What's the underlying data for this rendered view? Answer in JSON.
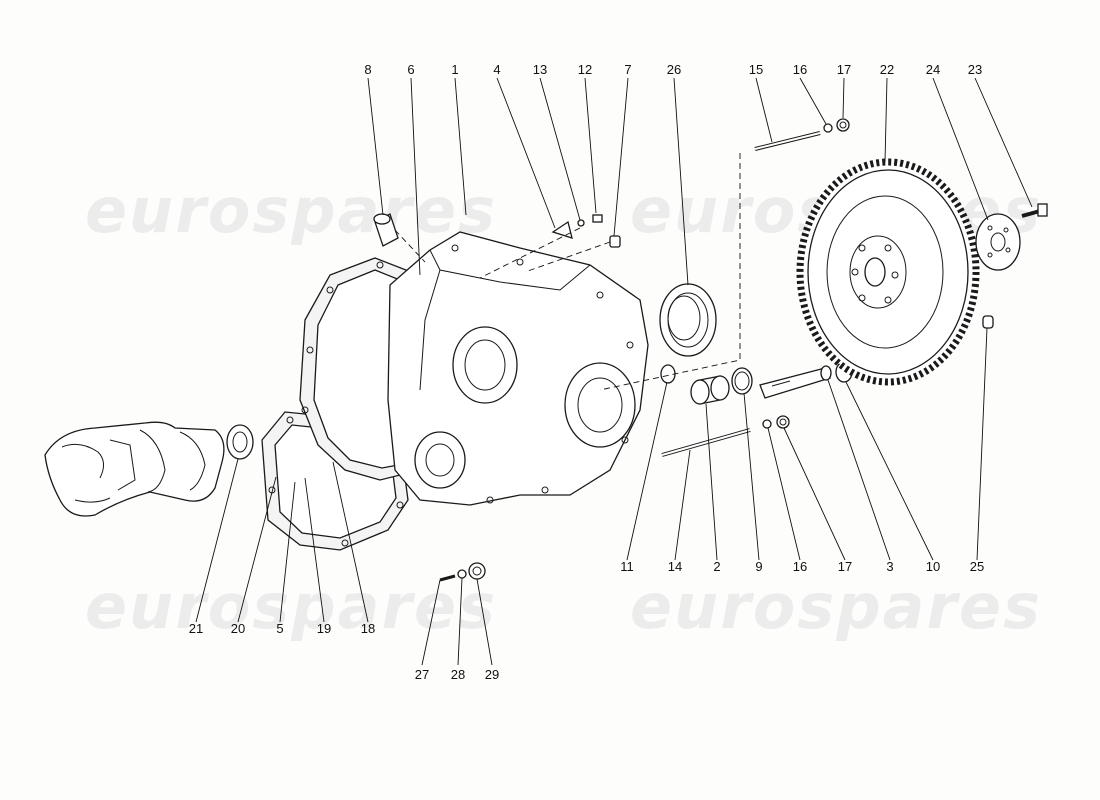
{
  "watermark": "eurospares",
  "callouts": {
    "top": [
      "8",
      "6",
      "1",
      "4",
      "13",
      "12",
      "7",
      "26",
      "15",
      "16",
      "17",
      "22",
      "24",
      "23"
    ],
    "right_middle": [
      "11",
      "14",
      "2",
      "9",
      "16",
      "17",
      "3",
      "10",
      "25"
    ],
    "bottom_left": [
      "21",
      "20",
      "5",
      "19",
      "18"
    ],
    "bottom_center": [
      "27",
      "28",
      "29"
    ]
  }
}
